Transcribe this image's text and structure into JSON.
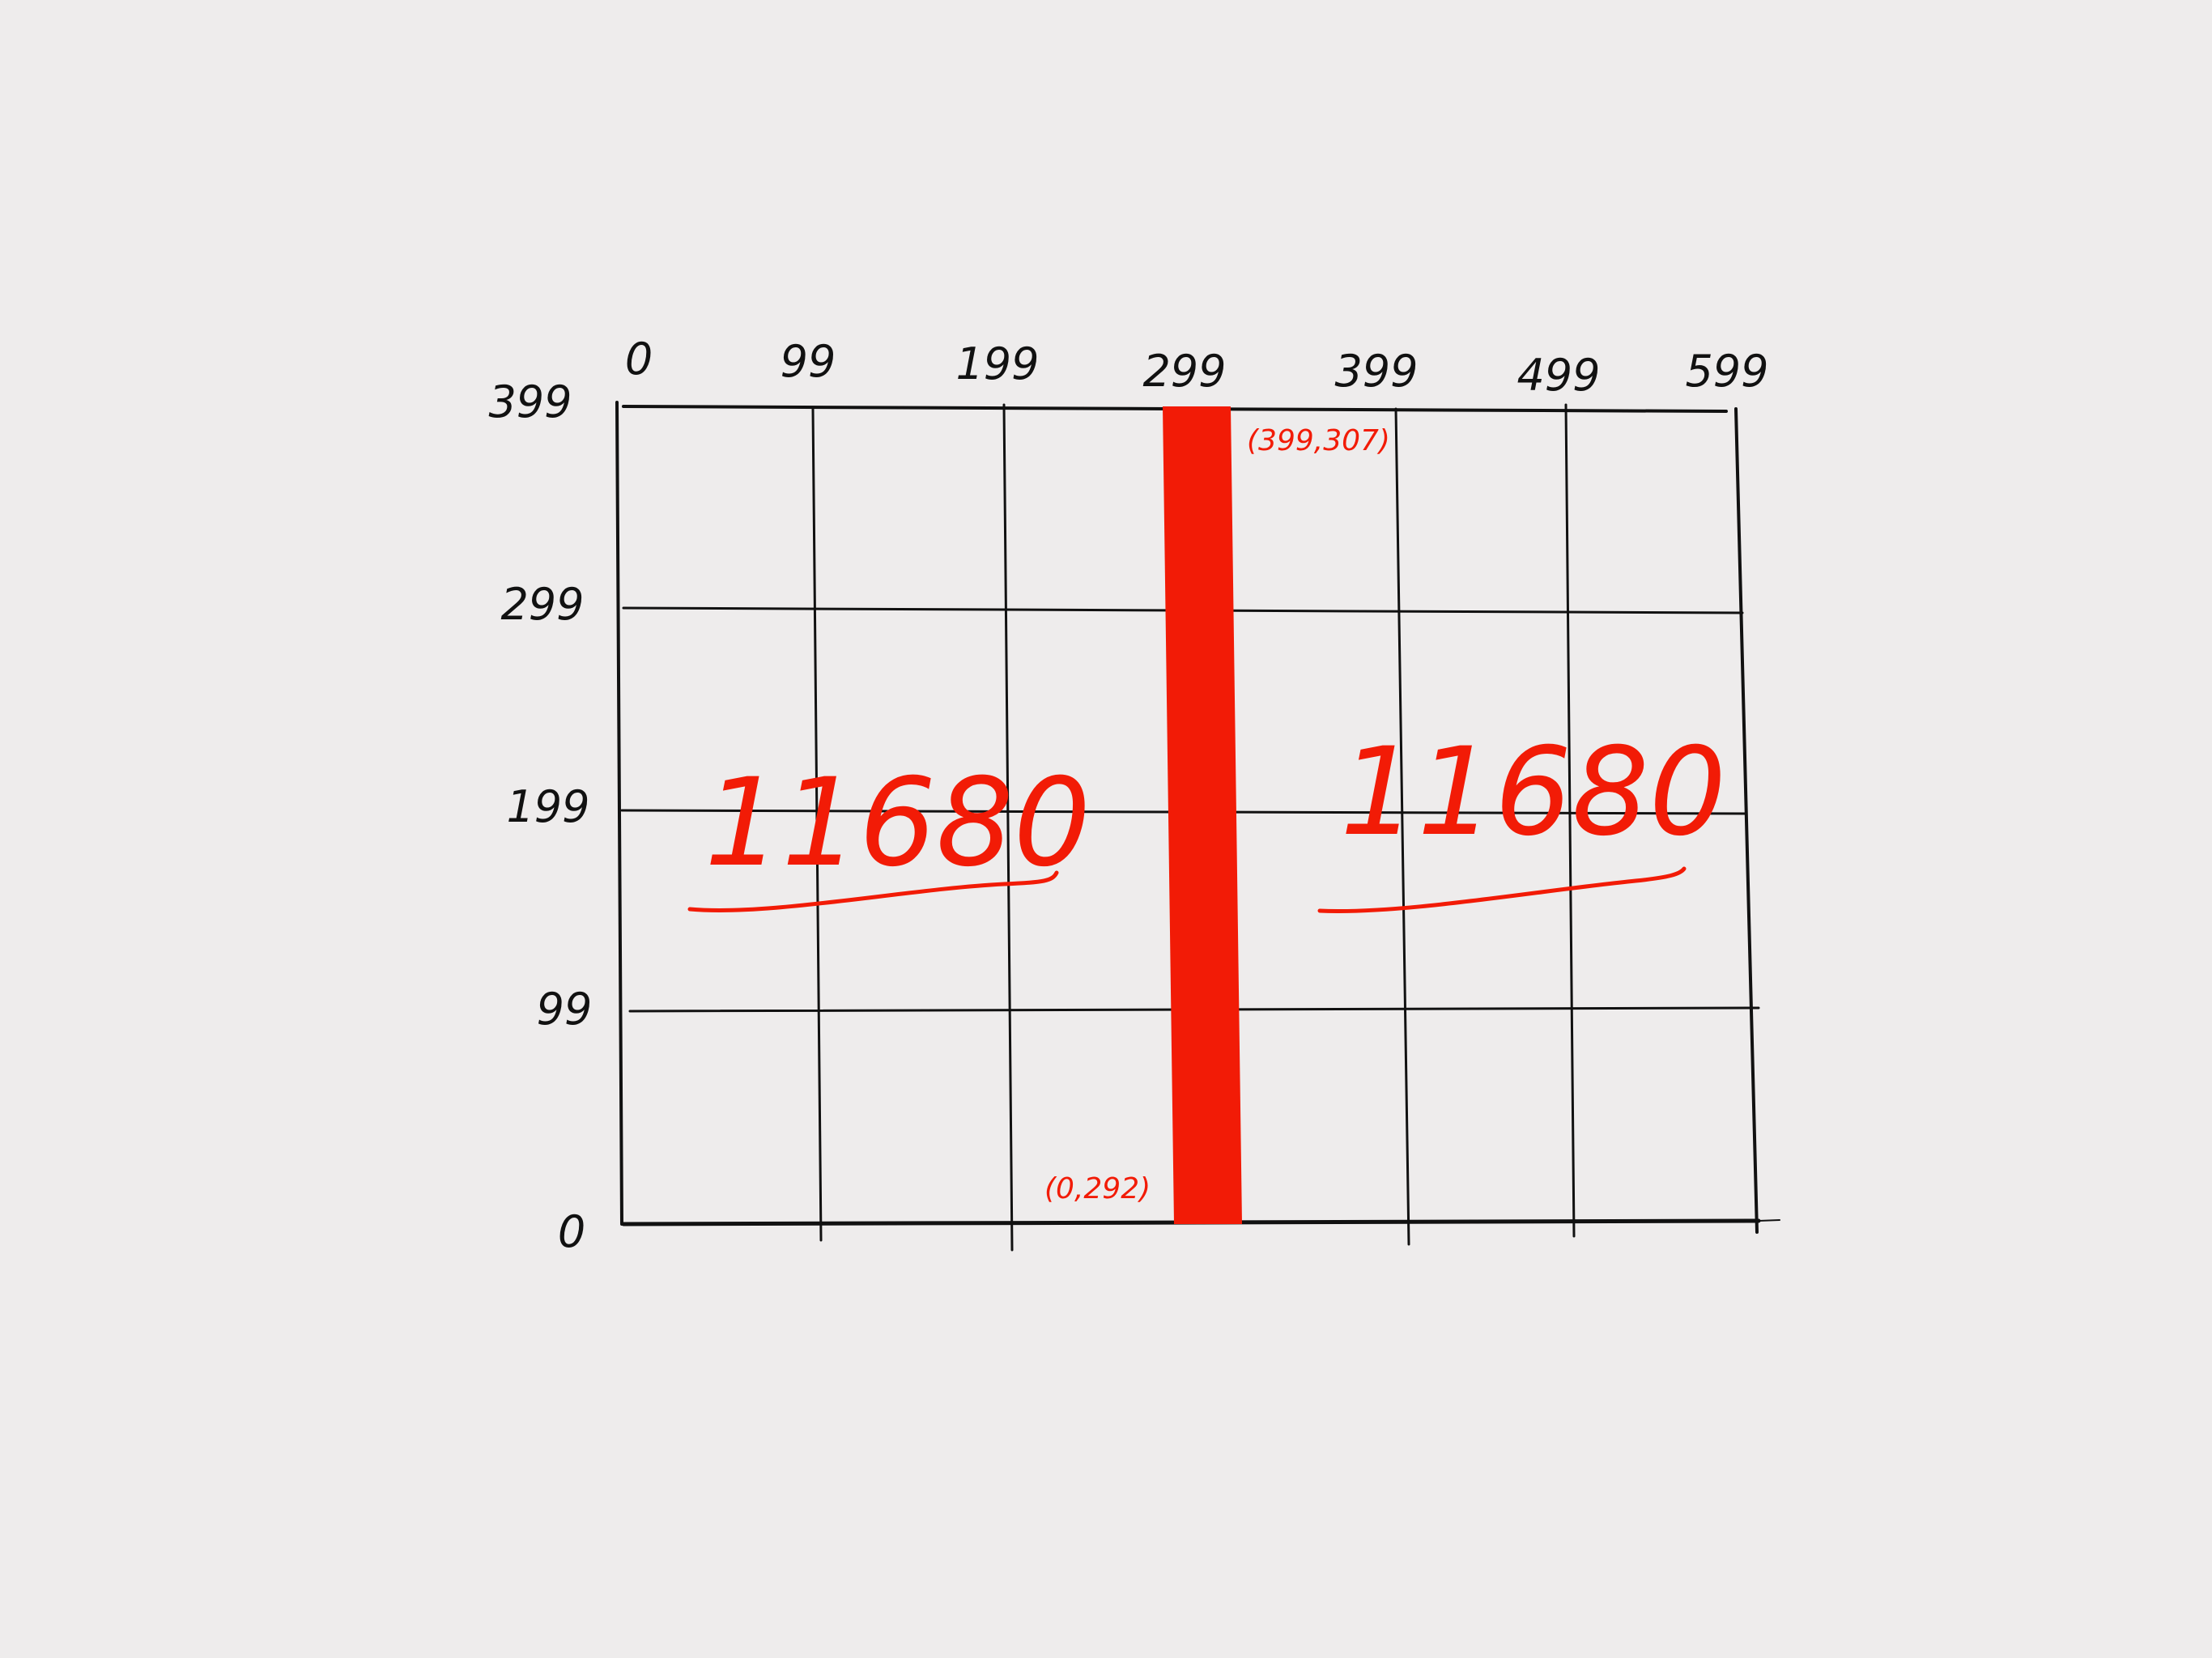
{
  "grid": {
    "x_axis_labels": [
      "0",
      "99",
      "199",
      "299",
      "399",
      "499",
      "599"
    ],
    "y_axis_labels": [
      "0",
      "99",
      "199",
      "299",
      "399"
    ]
  },
  "band": {
    "x_range": [
      292,
      307
    ],
    "y_range": [
      0,
      399
    ],
    "bottom_left_label": "(0,292)",
    "top_right_label": "(399,307)"
  },
  "regions": {
    "left_area": "11680",
    "right_area": "11680"
  },
  "colors": {
    "ink": "#111111",
    "accent": "#f21b06",
    "background": "#eeecec"
  }
}
